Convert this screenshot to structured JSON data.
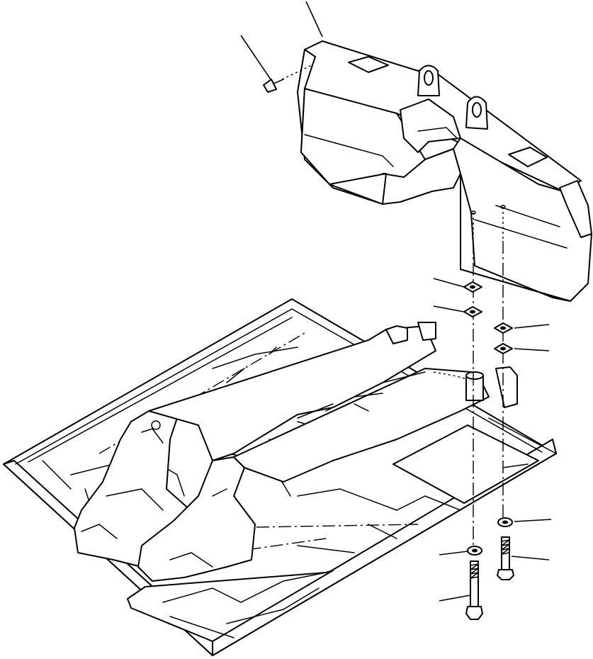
{
  "drawing": {
    "view": "exploded-isometric",
    "line_color": "#000000",
    "background_color": "#ffffff"
  },
  "parts": [
    {
      "id": "counterweight",
      "icon": "counterweight-block"
    },
    {
      "id": "plug",
      "icon": "plug"
    },
    {
      "id": "shim-left-upper",
      "icon": "shim-plate"
    },
    {
      "id": "shim-left-lower",
      "icon": "shim-plate"
    },
    {
      "id": "shim-right-upper",
      "icon": "shim-plate"
    },
    {
      "id": "shim-right-lower",
      "icon": "shim-plate"
    },
    {
      "id": "washer-right",
      "icon": "washer"
    },
    {
      "id": "washer-left",
      "icon": "washer"
    },
    {
      "id": "bolt-right",
      "icon": "hex-bolt"
    },
    {
      "id": "bolt-left",
      "icon": "hex-bolt"
    },
    {
      "id": "revolving-frame",
      "icon": "frame"
    }
  ]
}
